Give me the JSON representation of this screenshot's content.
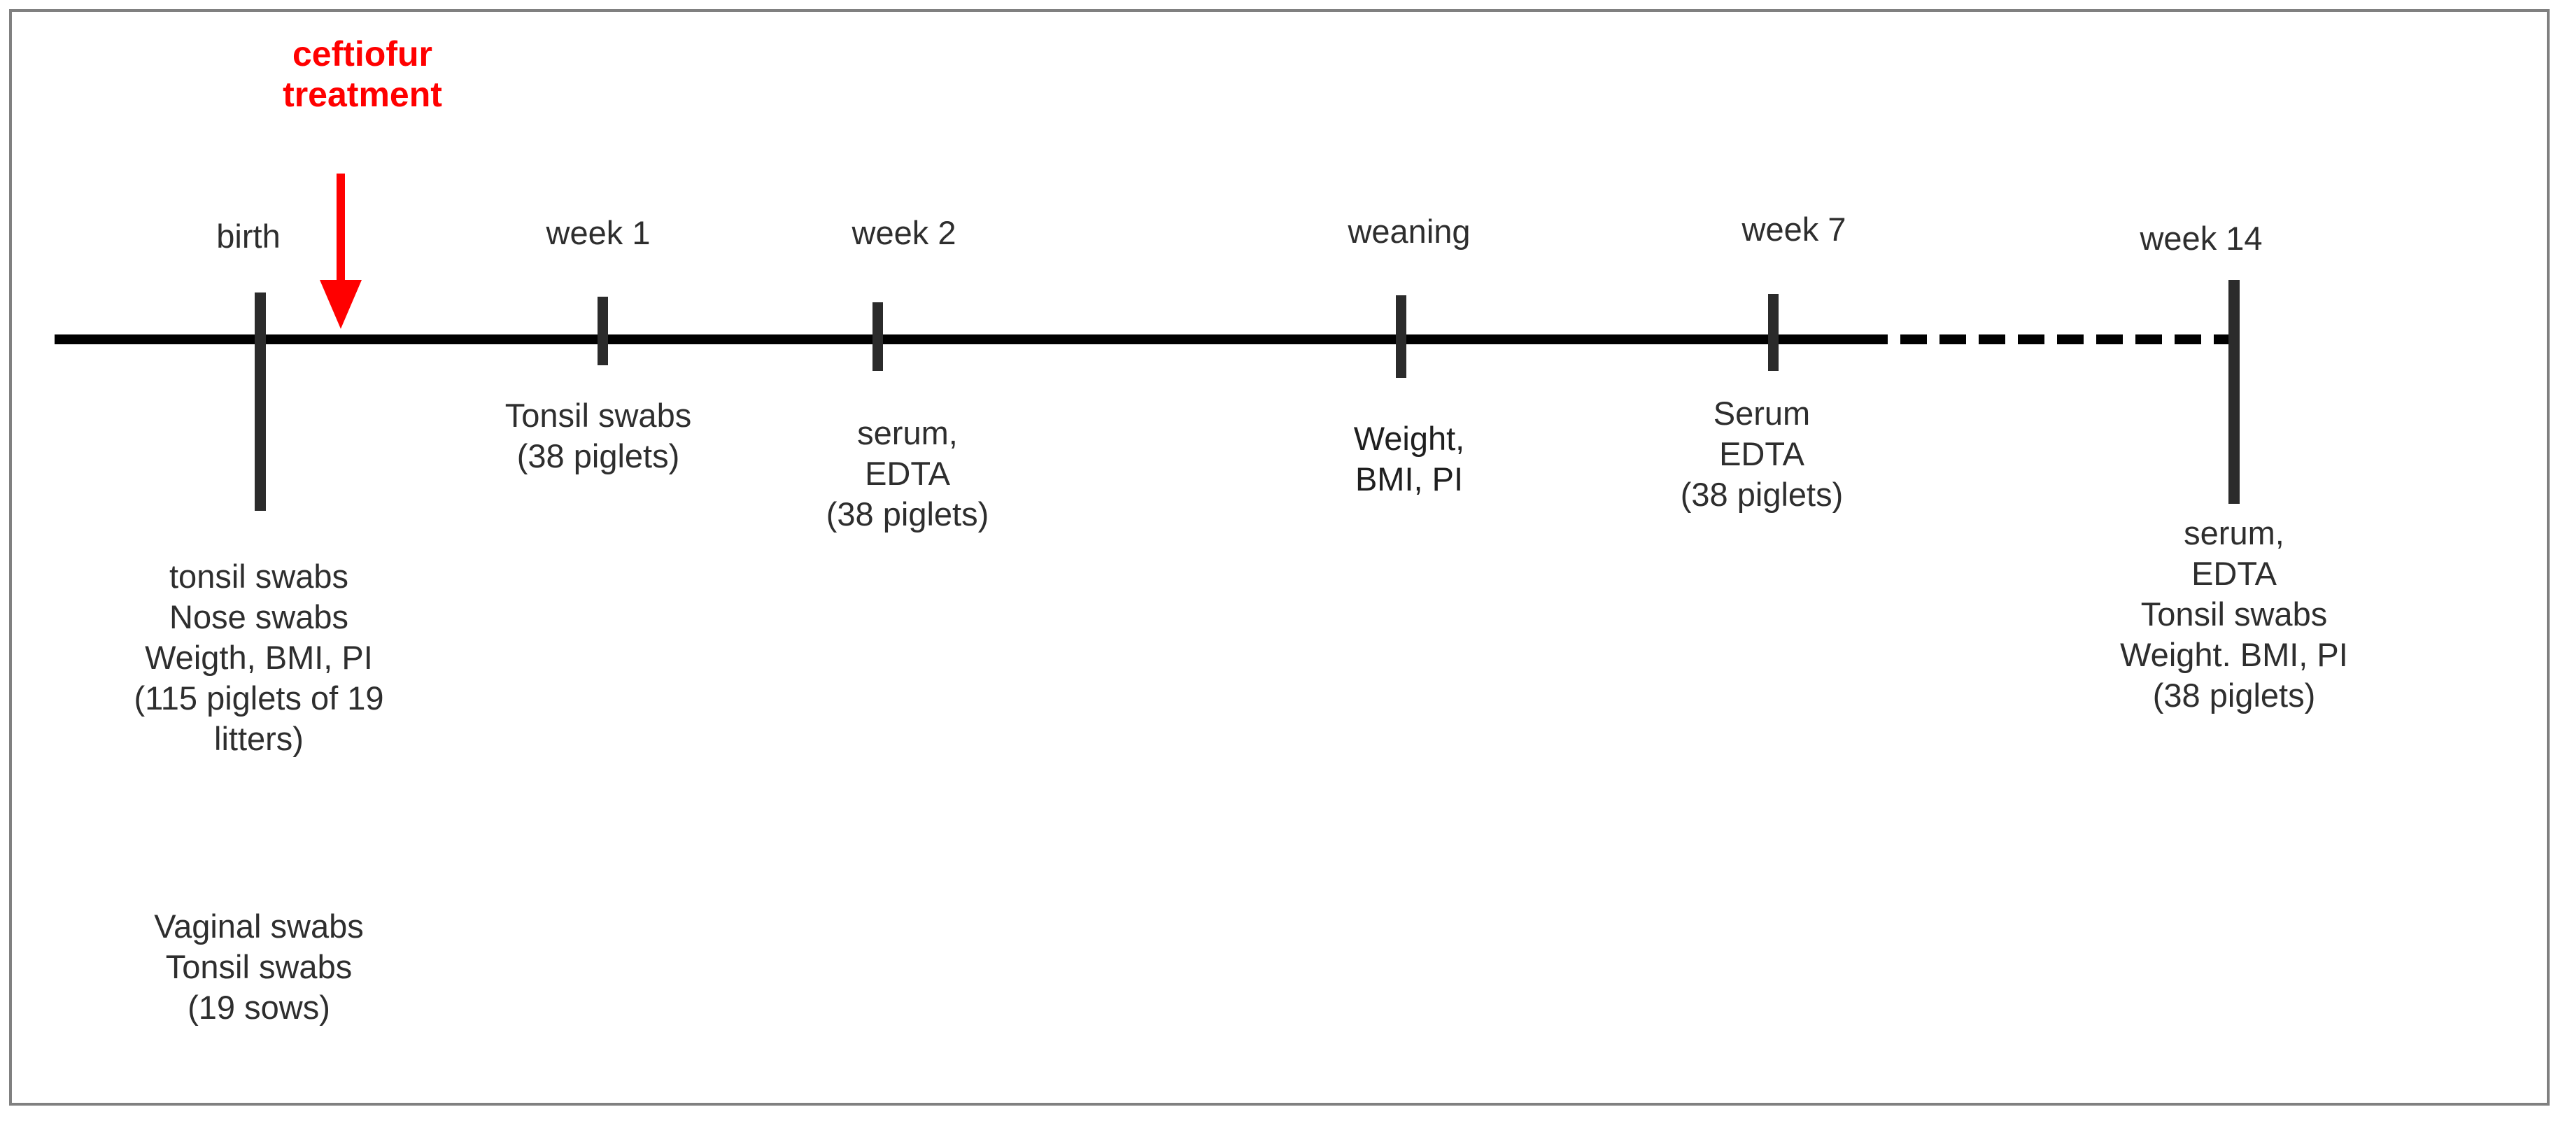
{
  "figure": {
    "type": "study-timeline",
    "border_color": "#808080",
    "axis_color": "#000000",
    "text_color": "#2e2e2e",
    "accent_color": "#ff0000"
  },
  "intervention": {
    "label": "ceftiofur\ntreatment",
    "color": "#ff0000",
    "arrow_icon": "down-arrow-icon",
    "points_to": "shortly after birth"
  },
  "timeline": {
    "axis_style_solid_until": "week 7",
    "axis_style_dashed_from": "week 7",
    "dashed_to": "week 14",
    "timepoints": [
      {
        "id": "birth",
        "label": "birth",
        "tick_x": 372,
        "tick_long": true,
        "note": "tonsil swabs\nNose swabs\nWeigth, BMI, PI\n(115 piglets of 19\nlitters)",
        "note2": "Vaginal swabs\nTonsil swabs\n(19 sows)"
      },
      {
        "id": "week-1",
        "label": "week 1",
        "tick_x": 862,
        "tick_long": false,
        "note": "Tonsil swabs\n(38 piglets)"
      },
      {
        "id": "week-2",
        "label": "week 2",
        "tick_x": 1255,
        "tick_long": false,
        "note": "serum,\nEDTA\n(38 piglets)"
      },
      {
        "id": "weaning",
        "label": "weaning",
        "tick_x": 2003,
        "tick_long": false,
        "note": "Weight,\nBMI, PI"
      },
      {
        "id": "week-7",
        "label": "week 7",
        "tick_x": 2535,
        "tick_long": false,
        "note": "Serum\nEDTA\n(38 piglets)"
      },
      {
        "id": "week-14",
        "label": "week 14",
        "tick_x": 3193,
        "tick_long": true,
        "note": "serum,\nEDTA\nTonsil swabs\nWeight. BMI, PI\n(38 piglets)"
      }
    ]
  }
}
